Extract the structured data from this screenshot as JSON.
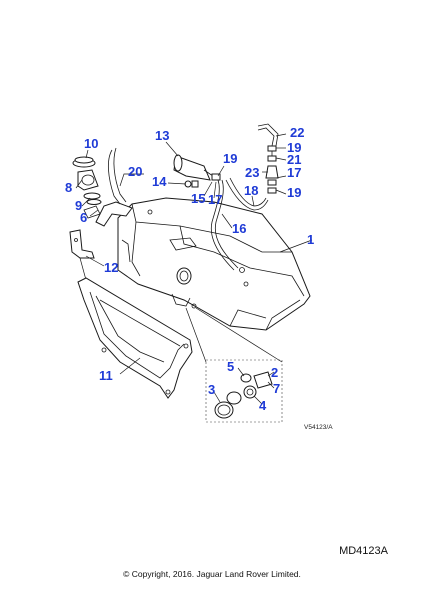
{
  "diagram": {
    "callouts": [
      {
        "id": "c1",
        "label": "1"
      },
      {
        "id": "c2",
        "label": "2"
      },
      {
        "id": "c3",
        "label": "3"
      },
      {
        "id": "c4",
        "label": "4"
      },
      {
        "id": "c5",
        "label": "5"
      },
      {
        "id": "c6",
        "label": "6"
      },
      {
        "id": "c7",
        "label": "7"
      },
      {
        "id": "c8",
        "label": "8"
      },
      {
        "id": "c9",
        "label": "9"
      },
      {
        "id": "c10",
        "label": "10"
      },
      {
        "id": "c11",
        "label": "11"
      },
      {
        "id": "c12",
        "label": "12"
      },
      {
        "id": "c13",
        "label": "13"
      },
      {
        "id": "c14",
        "label": "14"
      },
      {
        "id": "c15",
        "label": "15"
      },
      {
        "id": "c16",
        "label": "16"
      },
      {
        "id": "c17a",
        "label": "17"
      },
      {
        "id": "c17b",
        "label": "17"
      },
      {
        "id": "c18",
        "label": "18"
      },
      {
        "id": "c19a",
        "label": "19"
      },
      {
        "id": "c19b",
        "label": "19"
      },
      {
        "id": "c19c",
        "label": "19"
      },
      {
        "id": "c20",
        "label": "20"
      },
      {
        "id": "c21",
        "label": "21"
      },
      {
        "id": "c22",
        "label": "22"
      },
      {
        "id": "c23",
        "label": "23"
      }
    ],
    "detail_ref": "V54123/A",
    "callout_color": "#1f3bd6"
  },
  "footer": {
    "drawing_code": "MD4123A",
    "copyright": "© Copyright, 2016. Jaguar Land Rover Limited."
  }
}
